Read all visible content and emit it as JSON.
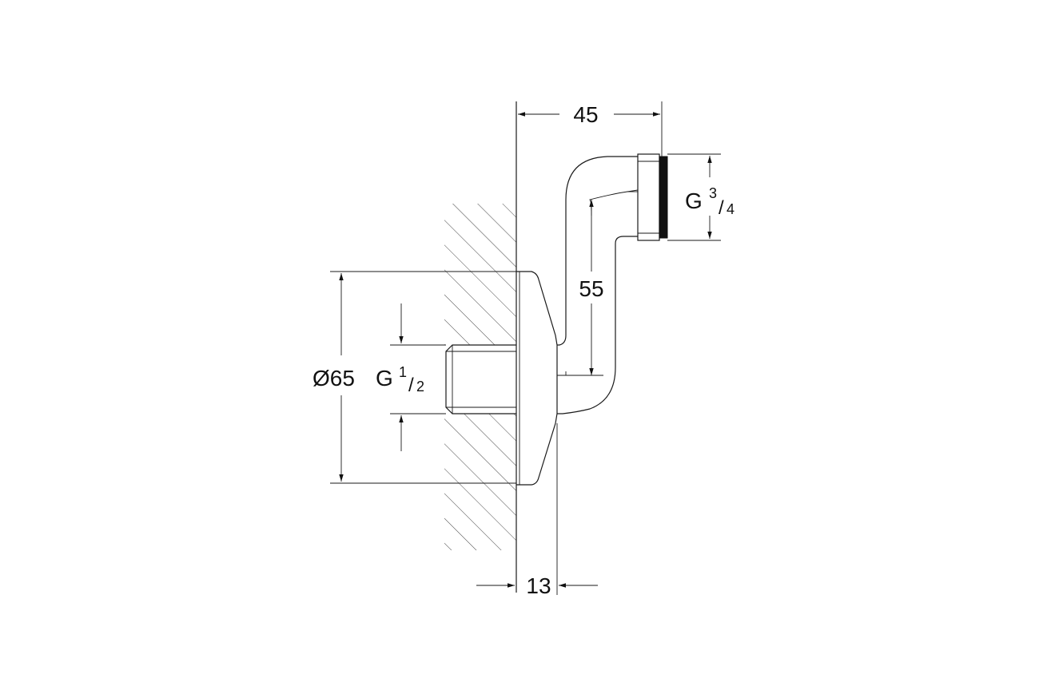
{
  "dimensions": {
    "width_45": "45",
    "height_55": "55",
    "depth_13": "13",
    "diameter_65": "Ø65",
    "thread_inlet": {
      "letter": "G",
      "numerator": "1",
      "denominator": "2"
    },
    "thread_outlet": {
      "letter": "G",
      "numerator": "3",
      "denominator": "4"
    }
  }
}
